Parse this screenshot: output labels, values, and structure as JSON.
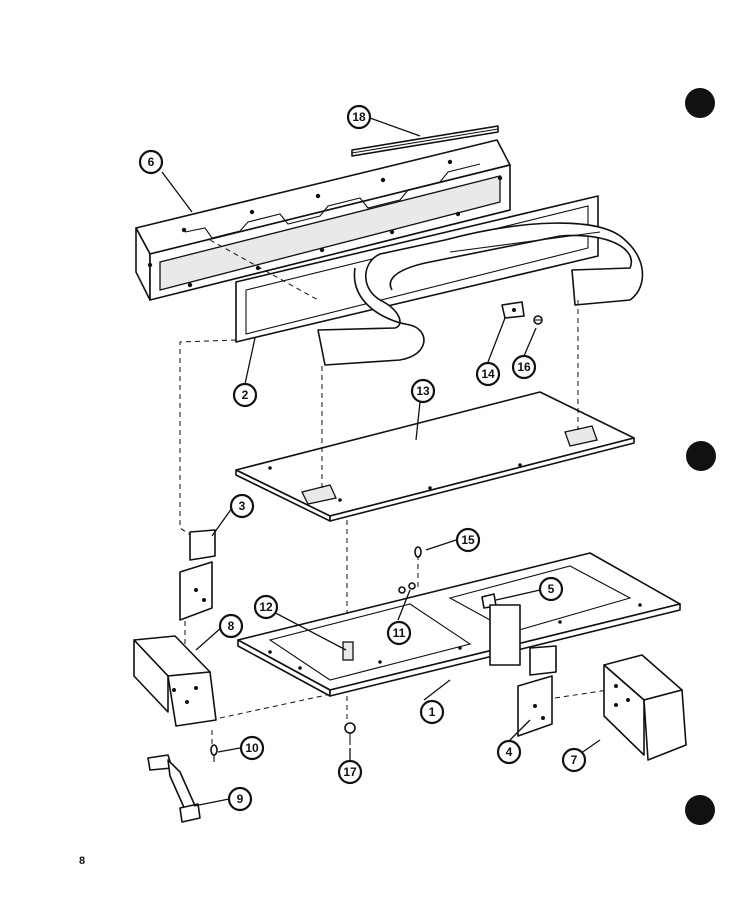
{
  "callouts": [
    {
      "label": "1"
    },
    {
      "label": "2"
    },
    {
      "label": "3"
    },
    {
      "label": "4"
    },
    {
      "label": "5"
    },
    {
      "label": "6"
    },
    {
      "label": "7"
    },
    {
      "label": "8"
    },
    {
      "label": "9"
    },
    {
      "label": "10"
    },
    {
      "label": "11"
    },
    {
      "label": "12"
    },
    {
      "label": "13"
    },
    {
      "label": "14"
    },
    {
      "label": "15"
    },
    {
      "label": "16"
    },
    {
      "label": "17"
    },
    {
      "label": "18"
    }
  ],
  "page_number": "8",
  "colors": {
    "ink": "#111111",
    "paper": "#ffffff"
  }
}
